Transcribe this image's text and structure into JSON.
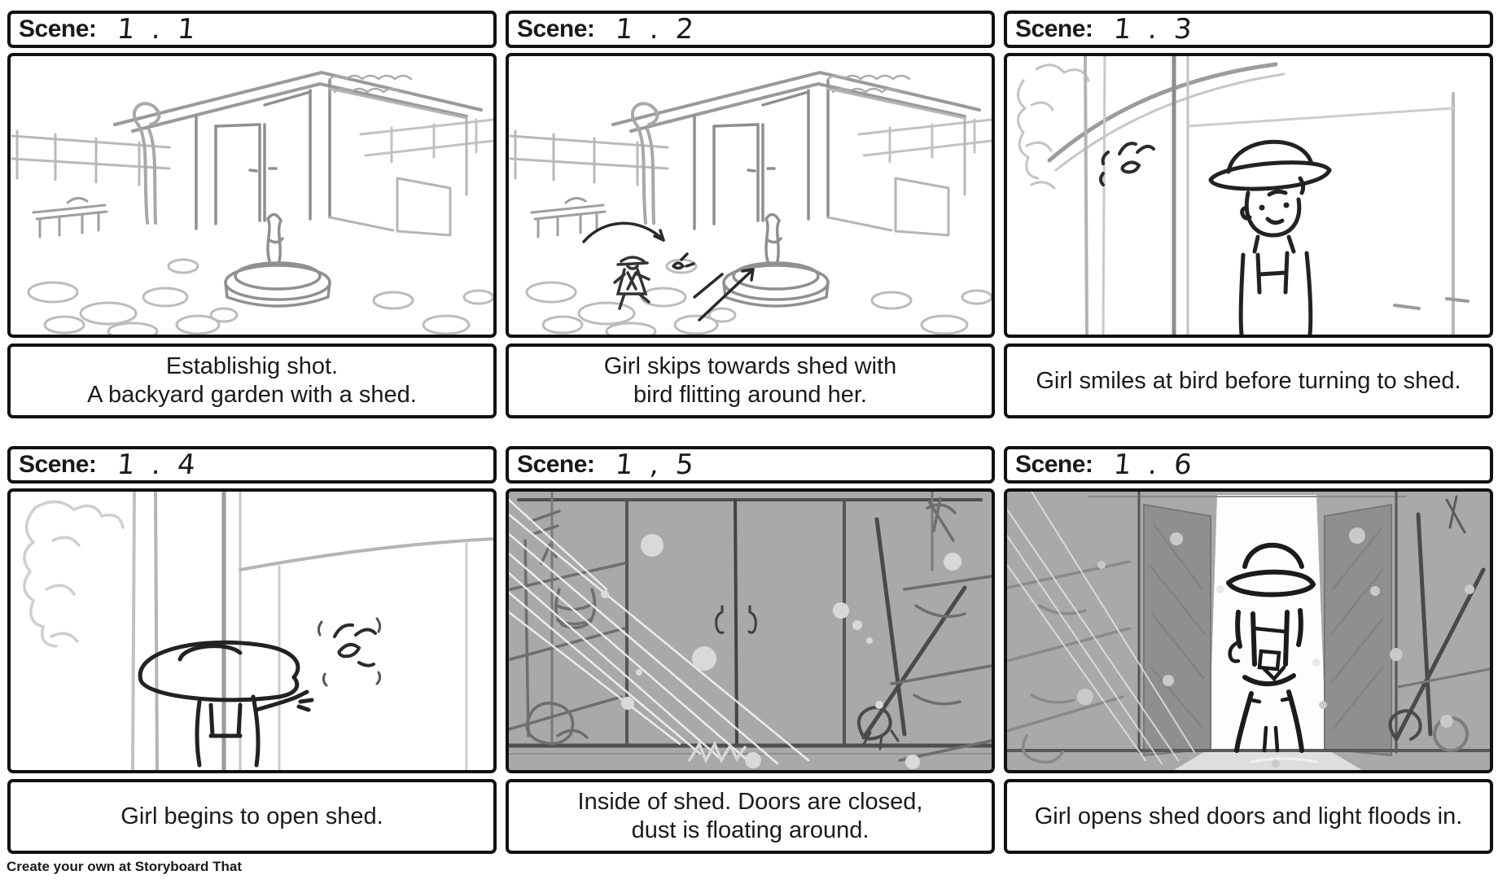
{
  "panels": [
    {
      "scene_label": "Scene:",
      "scene_number": "1 . 1",
      "caption_lines": [
        "Establishig shot.",
        "A backyard garden with a shed."
      ]
    },
    {
      "scene_label": "Scene:",
      "scene_number": "1 . 2",
      "caption_lines": [
        "Girl skips towards shed with",
        "bird flitting around her."
      ]
    },
    {
      "scene_label": "Scene:",
      "scene_number": "1 . 3",
      "caption_lines": [
        "Girl smiles at bird before turning to shed."
      ]
    },
    {
      "scene_label": "Scene:",
      "scene_number": "1 . 4",
      "caption_lines": [
        "Girl begins to open shed."
      ]
    },
    {
      "scene_label": "Scene:",
      "scene_number": "1 , 5",
      "caption_lines": [
        "Inside of shed.  Doors are closed,",
        "dust is floating around."
      ]
    },
    {
      "scene_label": "Scene:",
      "scene_number": "1 . 6",
      "caption_lines": [
        "Girl opens shed doors and light floods in."
      ]
    }
  ],
  "footer": {
    "branding": "Create your own at Storyboard That"
  },
  "colors": {
    "panel_border": "#111111",
    "shed_interior_bg": "#a9a9a9",
    "text": "#1a1a1a"
  }
}
